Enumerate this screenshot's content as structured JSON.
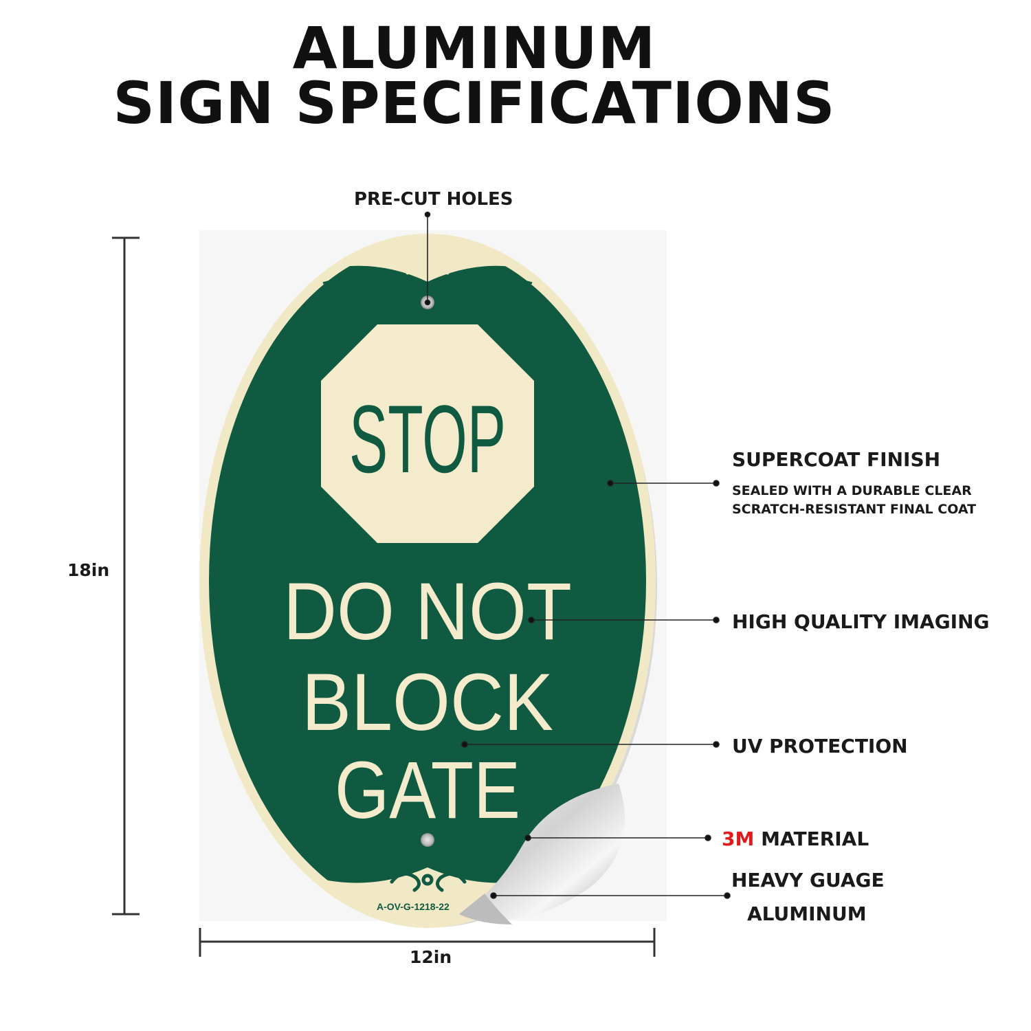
{
  "title": {
    "line1": "ALUMINUM",
    "line2": "SIGN SPECIFICATIONS"
  },
  "sign": {
    "octagon_text": "STOP",
    "message_lines": [
      "DO NOT",
      "BLOCK",
      "GATE"
    ],
    "product_code": "A-OV-G-1218-22",
    "colors": {
      "background_green": "#0f5a40",
      "cream": "#f3ebcb",
      "border": "#f1e9c6"
    }
  },
  "dimensions": {
    "height_label": "18in",
    "width_label": "12in"
  },
  "callouts": {
    "pre_cut_holes": "PRE-CUT HOLES",
    "supercoat_title": "SUPERCOAT FINISH",
    "supercoat_desc_line1": "SEALED WITH A DURABLE CLEAR",
    "supercoat_desc_line2": "SCRATCH-RESISTANT FINAL COAT",
    "imaging": "HIGH QUALITY IMAGING",
    "uv": "UV PROTECTION",
    "material_brand": "3M",
    "material_text": " MATERIAL",
    "aluminum_line1": "HEAVY GUAGE",
    "aluminum_line2": "ALUMINUM"
  },
  "accent_color": "#e01b1b"
}
